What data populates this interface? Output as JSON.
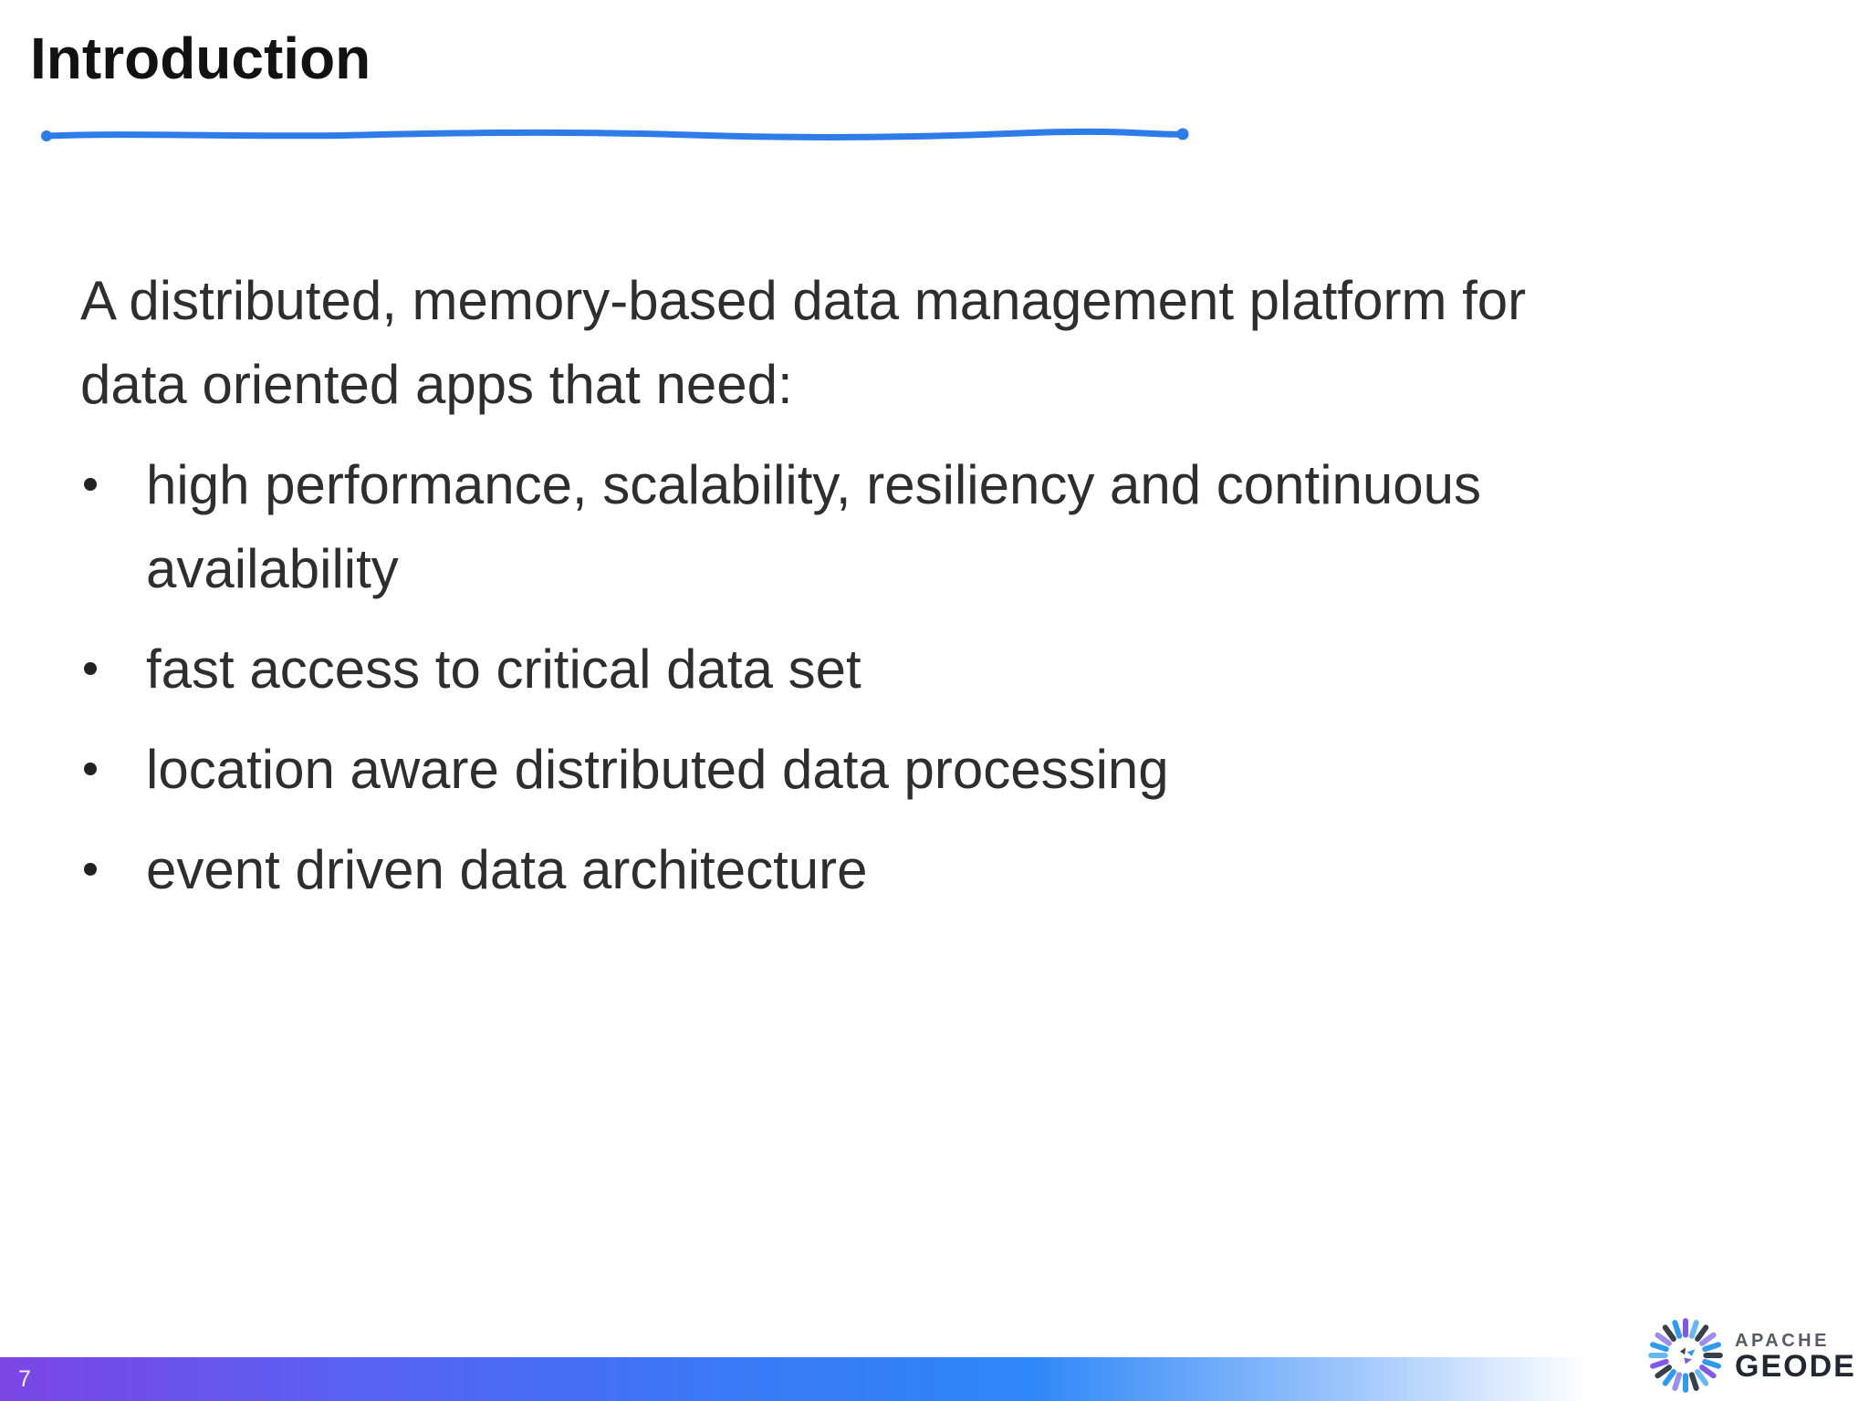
{
  "slide": {
    "title": "Introduction",
    "intro": "A distributed, memory-based data management platform for data oriented apps that need:",
    "bullets": [
      "high performance, scalability, resiliency and continuous availability",
      "fast access to critical data set",
      "location aware distributed data processing",
      "event driven data architecture"
    ]
  },
  "footer": {
    "page_number": "7"
  },
  "logo": {
    "brand_top": "APACHE",
    "brand_bottom": "GEODE"
  },
  "colors": {
    "title_underline": "#2e7ce8",
    "body_text": "#2e2e2e",
    "footer_gradient_start": "#7c45e4",
    "footer_gradient_mid": "#2e87f7",
    "footer_gradient_end": "#ffffff",
    "logo_dark": "#39404c",
    "logo_blue": "#2d9cf0",
    "logo_purple": "#8059e8",
    "logo_light_blue": "#66b8f2",
    "logo_lavender": "#9e8df0"
  }
}
